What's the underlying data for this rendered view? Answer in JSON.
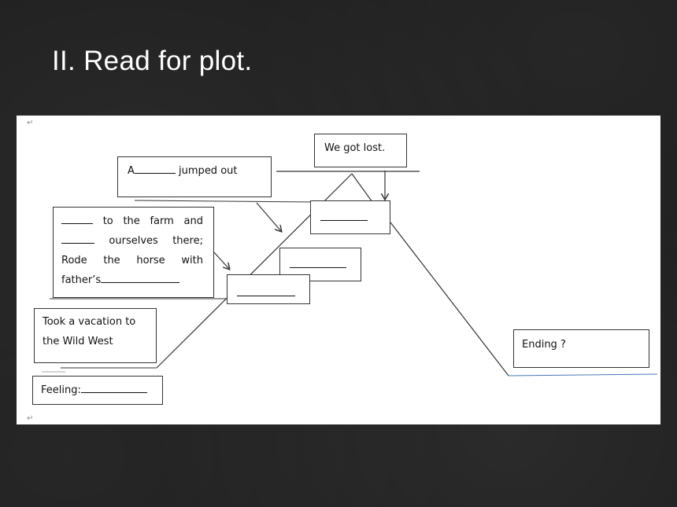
{
  "slide": {
    "title": "II. Read for plot."
  },
  "doc": {
    "para_mark": "↵",
    "climax": "We got lost.",
    "event_jump": {
      "prefix": "A",
      "suffix": "jumped out"
    },
    "event_farm": {
      "line1_word1": "to",
      "line1_word2": "the",
      "line1_word3": "farm",
      "line1_word4": "and",
      "line2_word1": "ourselves",
      "line2_word2": "there;",
      "line3_word1": "Rode",
      "line3_word2": "the",
      "line3_word3": "horse",
      "line3_word4": "with",
      "line4_prefix": "father’s"
    },
    "exposition_line1": "Took a vacation to",
    "exposition_line2": "the Wild West",
    "feeling": "Feeling:",
    "ending": "Ending ?"
  }
}
